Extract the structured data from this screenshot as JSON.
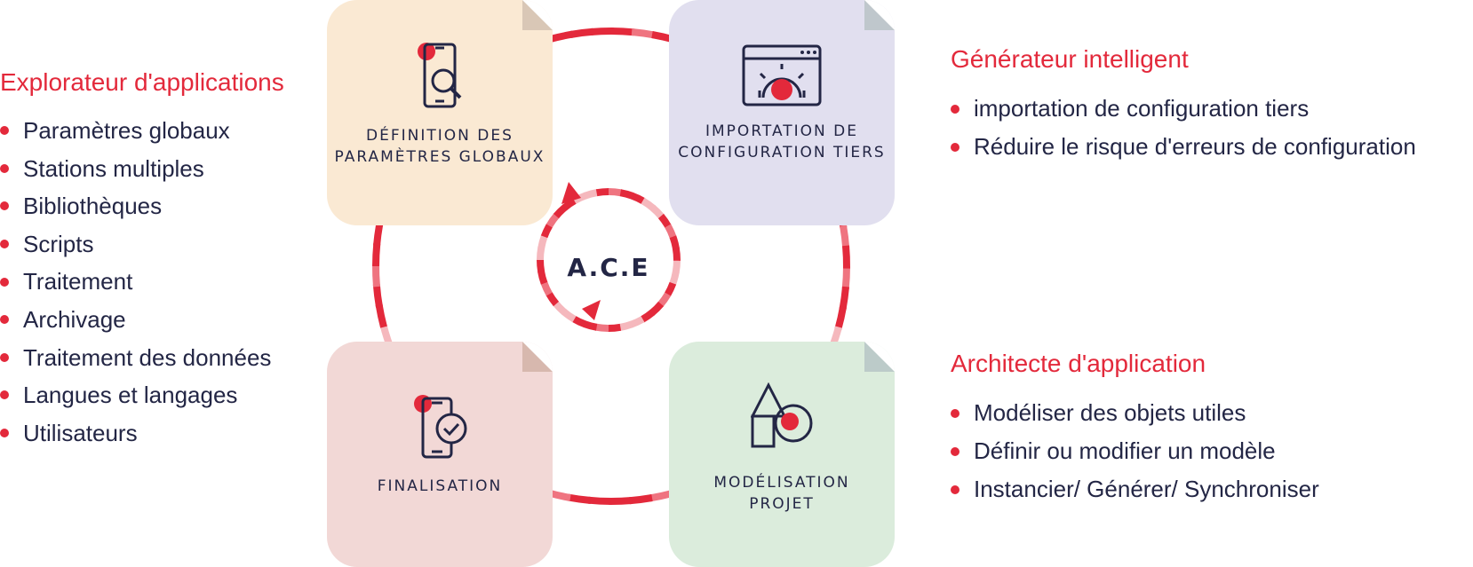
{
  "center": {
    "label": "A.C.E"
  },
  "left_panel": {
    "title": "Explorateur d'applications",
    "items": [
      "Paramètres globaux",
      "Stations multiples",
      "Bibliothèques",
      "Scripts",
      "Traitement",
      "Archivage",
      "Traitement des données",
      "Langues et langages",
      "Utilisateurs"
    ]
  },
  "right_top_panel": {
    "title": "Générateur intelligent",
    "items": [
      "importation de configuration tiers",
      "Réduire le risque d'erreurs de configuration"
    ]
  },
  "right_bottom_panel": {
    "title": "Architecte d'application",
    "items": [
      "Modéliser des objets utiles",
      "Définir ou modifier un modèle",
      "Instancier/ Générer/ Synchroniser"
    ]
  },
  "cards": {
    "top_left": {
      "line1": "DÉFINITION DES",
      "line2": "PARAMÈTRES GLOBAUX",
      "icon": "phone-search-icon",
      "bg": "#fae9d3",
      "fold": "#d9c7b6"
    },
    "top_right": {
      "line1": "IMPORTATION DE",
      "line2": "CONFIGURATION TIERS",
      "icon": "browser-gear-icon",
      "bg": "#e1dfef",
      "fold": "#bfc7cc"
    },
    "bottom_left": {
      "line1": "FINALISATION",
      "icon": "phone-check-icon",
      "bg": "#f2d8d6",
      "fold": "#d7b8ae"
    },
    "bottom_right": {
      "line1": "MODÉLISATION",
      "line2": "PROJET",
      "icon": "shapes-icon",
      "bg": "#dbecdc",
      "fold": "#bccbc9"
    }
  },
  "colors": {
    "accent": "#e3293b",
    "text": "#232645",
    "ring_light": "#f5b8bd"
  }
}
